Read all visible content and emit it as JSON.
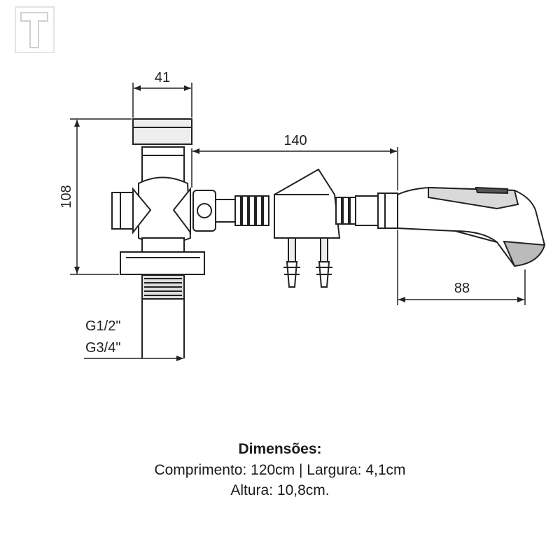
{
  "dimensions": {
    "width_top": "41",
    "length": "140",
    "height": "108",
    "handle": "88",
    "thread_1": "G1/2\"",
    "thread_2": "G3/4\""
  },
  "caption": {
    "title": "Dimensões:",
    "line1": "Comprimento: 120cm | Largura: 4,1cm",
    "line2": "Altura: 10,8cm."
  },
  "colors": {
    "line": "#222222",
    "shade": "#d9d9d9",
    "dark": "#444444"
  },
  "icons": {
    "brand_logo": "logo-T"
  }
}
